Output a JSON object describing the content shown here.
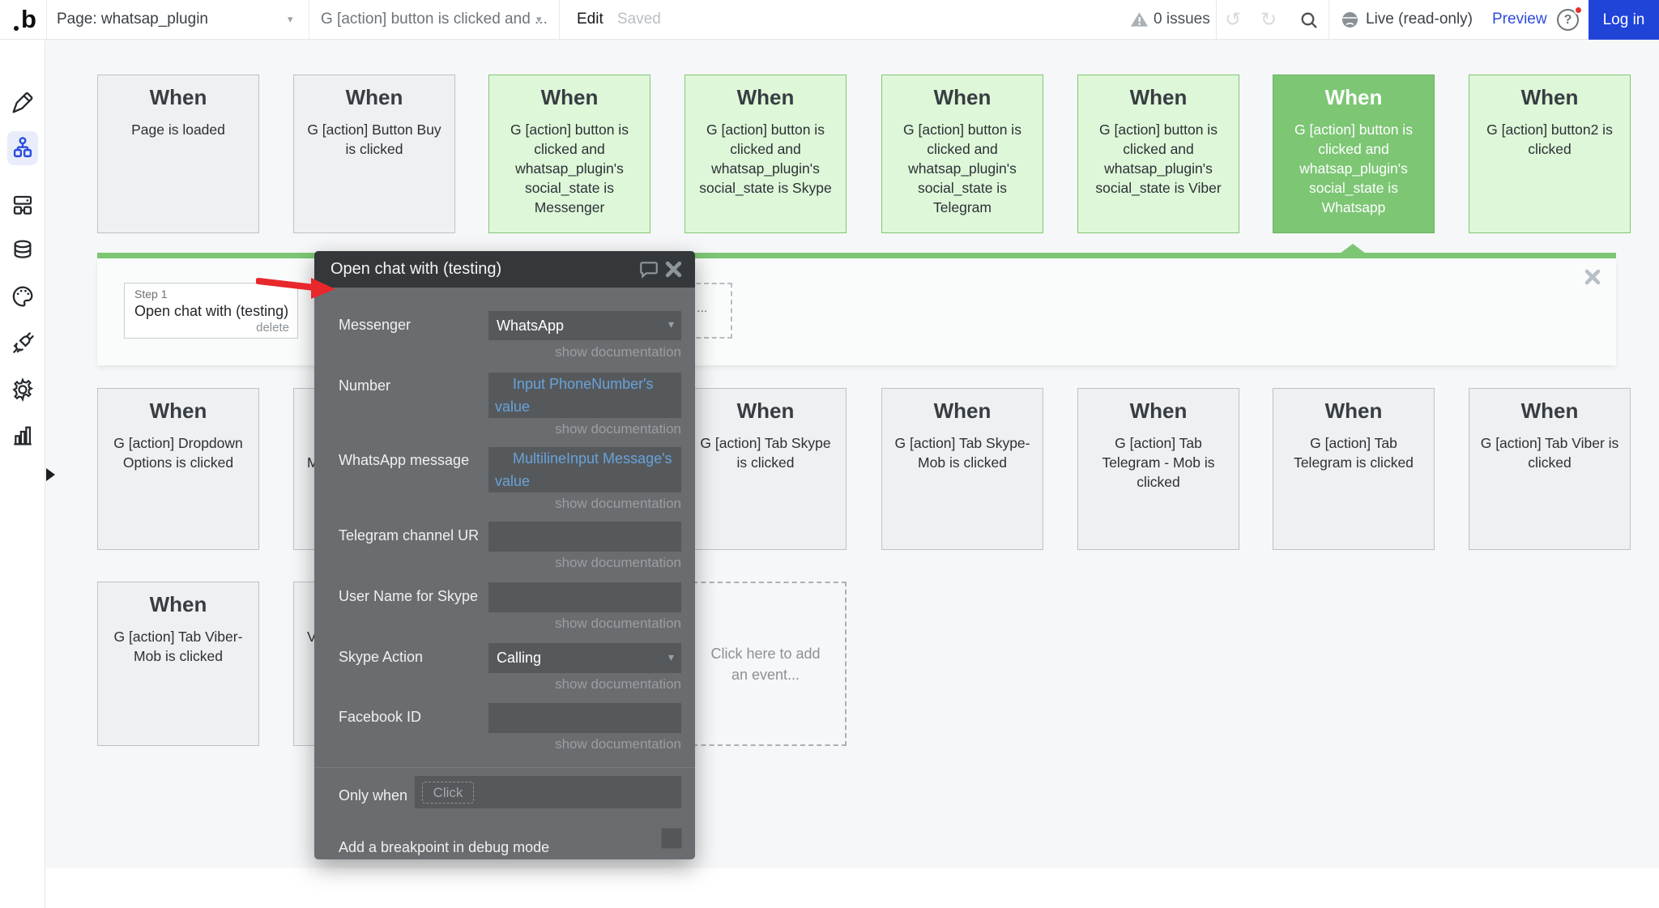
{
  "topbar": {
    "logo_letter": "b",
    "page_selector": {
      "label": "Page: whatsap_plugin"
    },
    "workflow_selector": {
      "label": "G [action] button is clicked and ..."
    },
    "edit_label": "Edit",
    "saved_label": "Saved",
    "issues_label": "0 issues",
    "live_label": "Live (read-only)",
    "preview_label": "Preview",
    "help_label": "?",
    "login_label": "Log in"
  },
  "icons": {
    "chevron_down": "▾",
    "undo": "↺",
    "redo": "↻"
  },
  "sidebar": {
    "icon_names": [
      "pencil",
      "workflow",
      "elements-tree",
      "data",
      "styles",
      "plugins",
      "settings",
      "logs"
    ]
  },
  "shared": {
    "when_label": "When"
  },
  "events": {
    "row1": [
      {
        "text": "Page is loaded",
        "style": "gray"
      },
      {
        "text": "G [action] Button Buy is clicked",
        "style": "gray"
      },
      {
        "text": "G [action] button is clicked and whatsap_plugin's social_state is Messenger",
        "style": "green"
      },
      {
        "text": "G [action] button is clicked and whatsap_plugin's social_state is Skype",
        "style": "green"
      },
      {
        "text": "G [action] button is clicked and whatsap_plugin's social_state is Telegram",
        "style": "green"
      },
      {
        "text": "G [action] button is clicked and whatsap_plugin's social_state is Viber",
        "style": "green"
      },
      {
        "text": "G [action] button is clicked and whatsap_plugin's social_state is Whatsapp",
        "style": "selected"
      },
      {
        "text": "G [action] button2 is clicked",
        "style": "green"
      }
    ],
    "row2": [
      {
        "text": "G [action] Dropdown Options is clicked"
      },
      {
        "text": "\nM"
      },
      {
        "text": "G [action] Tab Skype is clicked"
      },
      {
        "text": "G [action] Tab Skype-Mob is clicked"
      },
      {
        "text": "G [action] Tab Telegram - Mob is clicked"
      },
      {
        "text": "G [action] Tab Telegram is clicked"
      },
      {
        "text": "G [action] Tab Viber is clicked"
      }
    ],
    "row3": [
      {
        "text": "G [action] Tab Viber-Mob is clicked"
      },
      {
        "text": "V"
      }
    ]
  },
  "boxes": {
    "add_event": "Click here to add an event...",
    "add_action_fragment": "..."
  },
  "step": {
    "step_label": "Step 1",
    "title": "Open chat with (testing)",
    "delete_label": "delete"
  },
  "popup": {
    "title": "Open chat with (testing)",
    "fields": [
      {
        "label": "Messenger",
        "type": "dropdown",
        "value": "WhatsApp",
        "doc": "show documentation"
      },
      {
        "label": "Number",
        "type": "expression",
        "value": "Input PhoneNumber's value",
        "doc": "show documentation"
      },
      {
        "label": "WhatsApp message",
        "type": "expression",
        "value": "MultilineInput Message's value",
        "doc": "show documentation"
      },
      {
        "label": "Telegram channel UR",
        "type": "empty",
        "value": "",
        "doc": "show documentation"
      },
      {
        "label": "User Name for Skype",
        "type": "empty",
        "value": "",
        "doc": "show documentation"
      },
      {
        "label": "Skype Action",
        "type": "dropdown",
        "value": "Calling",
        "doc": "show documentation"
      },
      {
        "label": "Facebook ID",
        "type": "empty",
        "value": "",
        "doc": "show documentation"
      }
    ],
    "only_when": {
      "label": "Only when",
      "placeholder": "Click"
    },
    "breakpoint_label": "Add a breakpoint in debug mode"
  },
  "colors": {
    "selected_green": "#7cc674",
    "light_green_bg": "#def7d9",
    "green_border": "#82c877",
    "login_blue": "#2043d8",
    "preview_blue": "#2f4bdb",
    "expression_blue": "#68a2d9",
    "arrow_red": "#e8282b"
  }
}
